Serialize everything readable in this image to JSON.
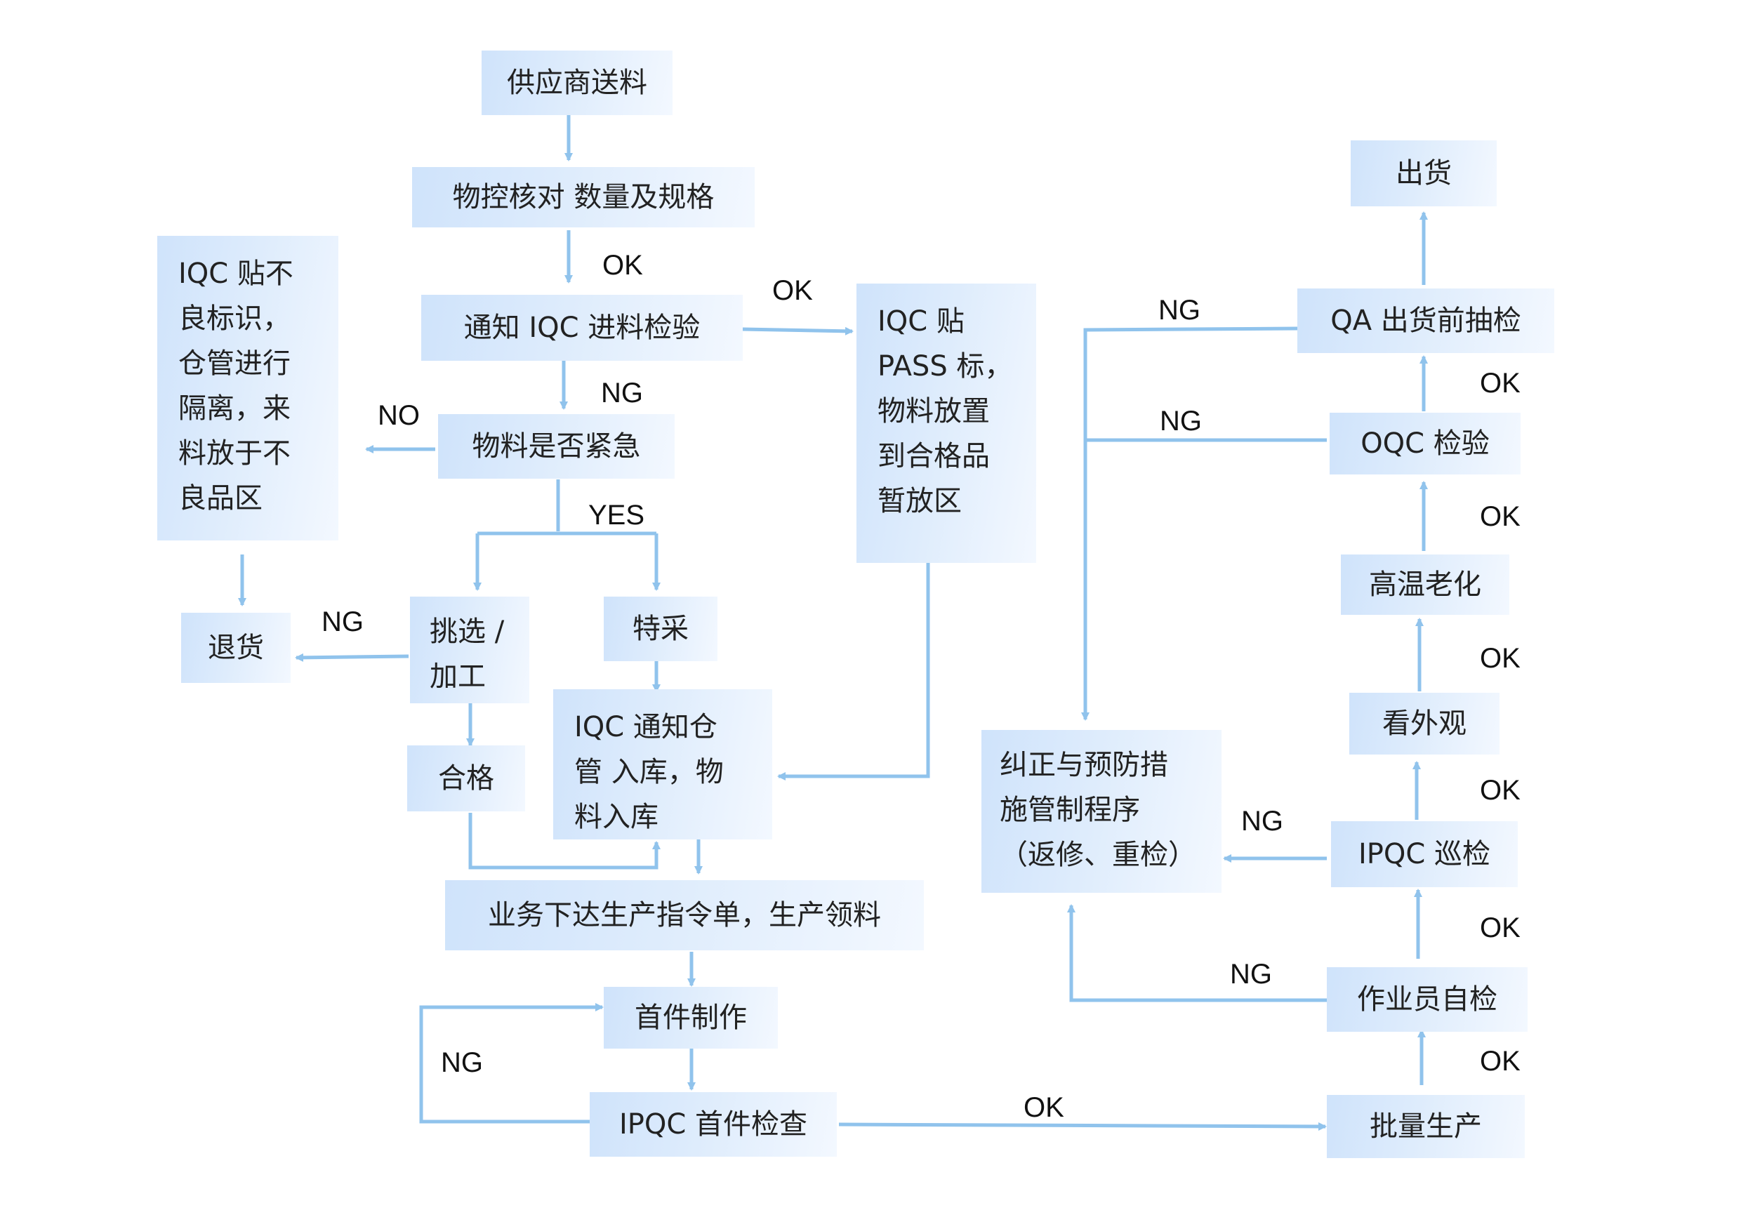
{
  "diagram": {
    "colors": {
      "box_fill": "#d6e7fb",
      "connector": "#90c3ec",
      "text": "#222222"
    },
    "nodes": {
      "supplier_delivery": "供应商送料",
      "material_control_check": "物控核对  数量及规格",
      "notify_iqc": "通知 IQC  进料检验",
      "iqc_pass_label": "IQC    贴\nPASS 标，\n物料放置\n到合格品\n暂放区",
      "urgent_check": "物料是否紧急",
      "iqc_reject_label": "IQC 贴不\n良标识，\n仓管进行\n隔离，来\n料放于不\n良品区",
      "return_goods": "退货",
      "select_process": "挑选 /\n加工",
      "special_purchase": "特采",
      "qualified": "合格",
      "iqc_notify_warehouse": "IQC 通知仓\n管  入库，物\n料入库",
      "production_order": "业务下达生产指令单，生产领料",
      "first_article": "首件制作",
      "ipqc_first_article": "IPQC 首件检查",
      "mass_production": "批量生产",
      "operator_self_check": "作业员自检",
      "ipqc_patrol": "IPQC 巡检",
      "appearance_check": "看外观",
      "high_temp_aging": "高温老化",
      "oqc_inspection": "OQC 检验",
      "qa_pre_shipment": "QA 出货前抽检",
      "shipment": "出货",
      "corrective_action": "纠正与预防措\n施管制程序\n（返修、重检）"
    },
    "labels": {
      "ok_material_to_iqc": "OK",
      "ok_iqc_to_pass": "OK",
      "ng_iqc_to_urgent": "NG",
      "no_urgent": "NO",
      "yes_urgent": "YES",
      "ng_select_to_return": "NG",
      "ng_first_article": "NG",
      "ok_first_article_to_mass": "OK",
      "ok_mass_to_self": "OK",
      "ng_self_check": "NG",
      "ok_self_to_patrol": "OK",
      "ng_patrol": "NG",
      "ok_patrol_to_appearance": "OK",
      "ok_appearance_to_aging": "OK",
      "ok_aging_to_oqc": "OK",
      "ok_oqc_to_qa": "OK",
      "ng_qa": "NG",
      "ng_oqc": "NG"
    }
  }
}
